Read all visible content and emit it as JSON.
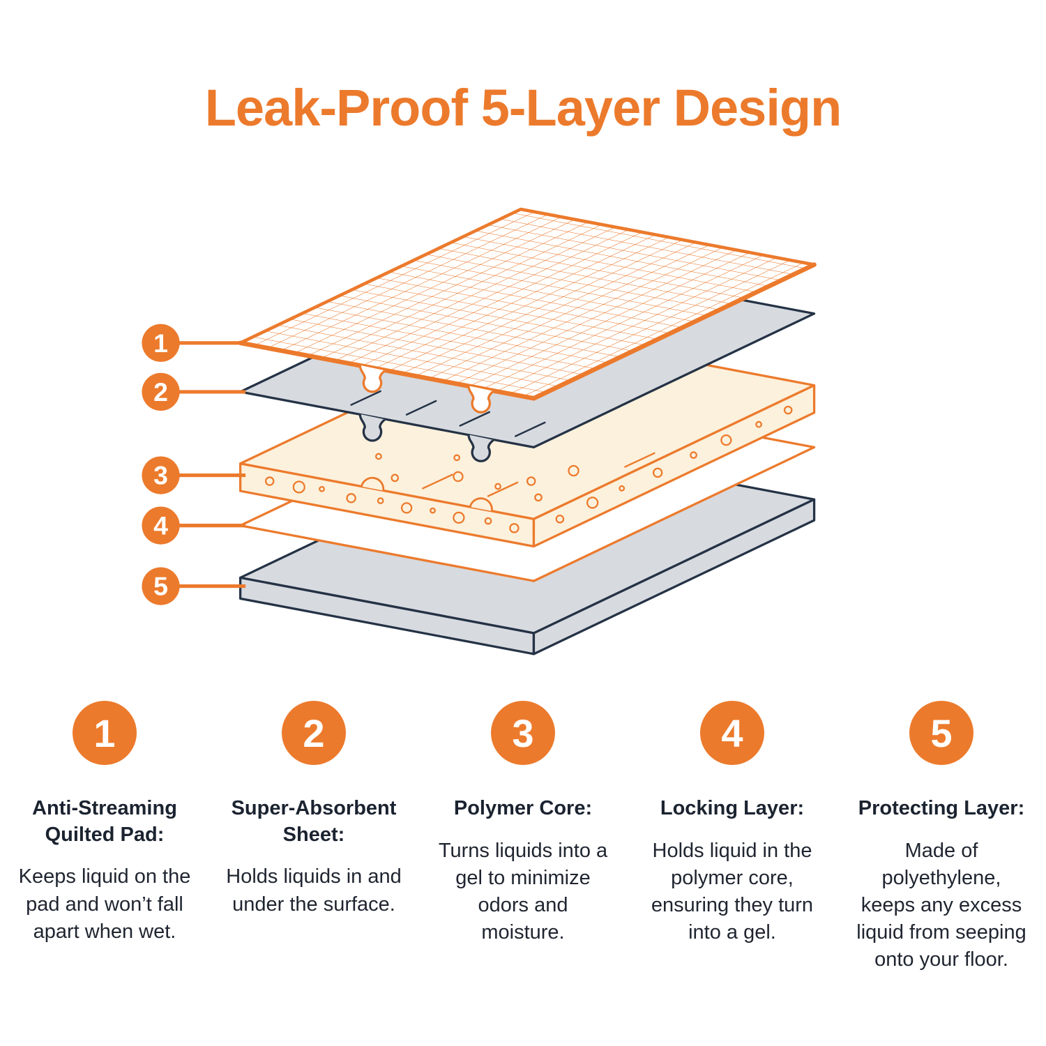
{
  "title": "Leak-Proof 5-Layer Design",
  "colors": {
    "orange": "#EC7A2C",
    "navy": "#243245",
    "gray": "#D7DADF",
    "cream": "#FCF1DC"
  },
  "layers": [
    {
      "num": "1",
      "heading": "Anti-Streaming Quilted Pad:",
      "body": "Keeps liquid on the pad and won’t fall apart when wet."
    },
    {
      "num": "2",
      "heading": "Super-Absorbent Sheet:",
      "body": "Holds liquids in and under the surface."
    },
    {
      "num": "3",
      "heading": "Polymer Core:",
      "body": "Turns liquids into a gel to minimize odors and moisture."
    },
    {
      "num": "4",
      "heading": "Locking Layer:",
      "body": "Holds liquid in the polymer core, ensuring they turn into a gel."
    },
    {
      "num": "5",
      "heading": "Protecting Layer:",
      "body": "Made of polyethylene, keeps any excess liquid from seeping onto your floor."
    }
  ]
}
